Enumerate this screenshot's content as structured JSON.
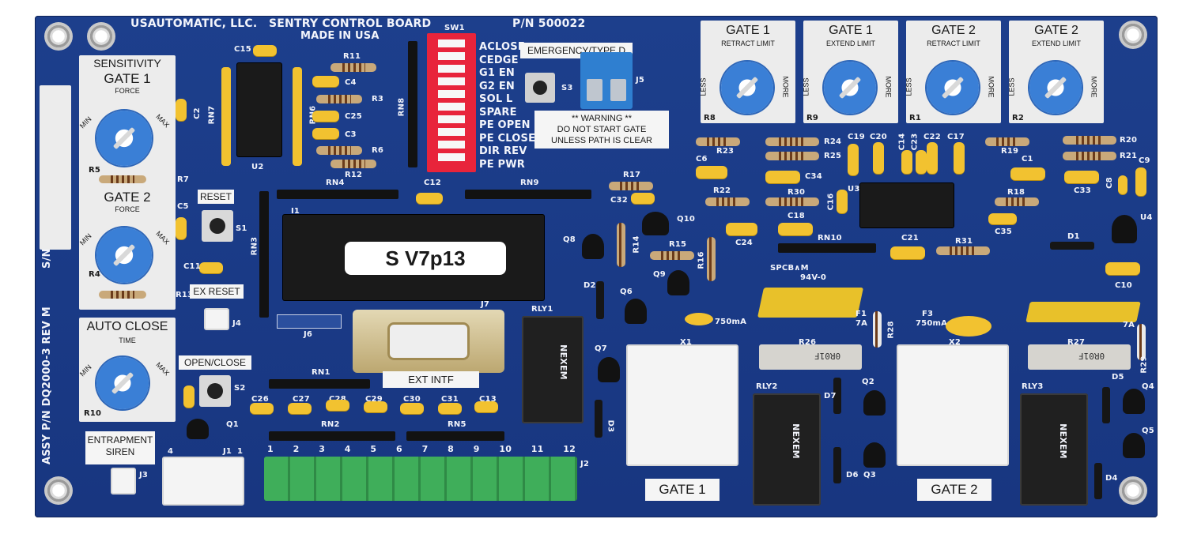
{
  "header": {
    "manufacturer": "USAUTOMATIC, LLC.",
    "board_name": "SENTRY CONTROL BOARD",
    "made_in": "MADE IN USA",
    "part_number": "P/N 500022"
  },
  "pots": {
    "sensitivity": "SENSITIVITY",
    "gate1_force": {
      "title": "GATE 1",
      "sub": "FORCE",
      "min": "MIN",
      "max": "MAX",
      "ref": "R5"
    },
    "gate2_force": {
      "title": "GATE 2",
      "sub": "FORCE",
      "min": "MIN",
      "max": "MAX",
      "ref": "R4"
    },
    "auto_close": {
      "title": "AUTO CLOSE",
      "sub": "TIME",
      "min": "MIN",
      "max": "MAX",
      "ref": "R10"
    },
    "limits": [
      {
        "title": "GATE 1",
        "sub": "RETRACT LIMIT",
        "less": "LESS",
        "more": "MORE",
        "ref": "R8"
      },
      {
        "title": "GATE 1",
        "sub": "EXTEND LIMIT",
        "less": "LESS",
        "more": "MORE",
        "ref": "R9"
      },
      {
        "title": "GATE 2",
        "sub": "RETRACT LIMIT",
        "less": "LESS",
        "more": "MORE",
        "ref": "R1"
      },
      {
        "title": "GATE 2",
        "sub": "EXTEND LIMIT",
        "less": "LESS",
        "more": "MORE",
        "ref": "R2"
      }
    ]
  },
  "switches": {
    "sw1_ref": "SW1",
    "dip_labels": [
      "ACLOSE",
      "CEDGE",
      "G1 EN",
      "G2 EN",
      "SOL L",
      "SPARE",
      "PE OPEN",
      "PE CLOSE",
      "DIR REV",
      "PE PWR"
    ]
  },
  "buttons": {
    "reset": "RESET",
    "ex_reset": "EX RESET",
    "open_close": "OPEN/CLOSE",
    "emergency": "EMERGENCY/TYPE D",
    "s1": "S1",
    "s2": "S2",
    "s3": "S3"
  },
  "warning": {
    "line1": "** WARNING **",
    "line2": "DO NOT START GATE",
    "line3": "UNLESS PATH IS CLEAR"
  },
  "firmware_label": "S V7p13",
  "ext_intf": "EXT INTF",
  "side": {
    "assy": "ASSY P/N DQ2000-3 REV M",
    "sn": "S/N"
  },
  "entrapment": {
    "line1": "ENTRAPMENT",
    "line2": "SIREN"
  },
  "outputs": {
    "gate1": "GATE 1",
    "gate2": "GATE 2",
    "fuse_rating_a": "750mA",
    "fuse_rating_b": "7A"
  },
  "terminal_numbers": [
    "1",
    "2",
    "3",
    "4",
    "5",
    "6",
    "7",
    "8",
    "9",
    "10",
    "11",
    "12"
  ],
  "j1_pins": {
    "left": "4",
    "right": "1"
  },
  "ul_mark": "94V-0",
  "pcb_mark": "SPCB∧M",
  "relay_brand": "NEXEM",
  "refs": {
    "r11": "R11",
    "r3": "R3",
    "r6": "R6",
    "r12": "R12",
    "c4": "C4",
    "c25": "C25",
    "c3": "C3",
    "c15": "C15",
    "rn7": "RN7",
    "rn6": "RN6",
    "u2": "U2",
    "rn8": "RN8",
    "rn4": "RN4",
    "rn9": "RN9",
    "rn3": "RN3",
    "rn1": "RN1",
    "rn2": "RN2",
    "rn5": "RN5",
    "rn10": "RN10",
    "c12": "C12",
    "j5": "J5",
    "j6": "J6",
    "j7": "J7",
    "j4": "J4",
    "j3": "J3",
    "j1": "J1",
    "j2": "J2",
    "u1": "I1",
    "c2": "C2",
    "c5": "C5",
    "c11": "C11",
    "r7": "R7",
    "r13": "R13",
    "q1": "Q1",
    "q6": "Q6",
    "q7": "Q7",
    "q8": "Q8",
    "q9": "Q9",
    "q10": "Q10",
    "d2": "D2",
    "d3": "D3",
    "rly1": "RLY1",
    "rly2": "RLY2",
    "rly3": "RLY3",
    "r14": "R14",
    "r15": "R15",
    "r16": "R16",
    "r17": "R17",
    "c32": "C32",
    "r22": "R22",
    "c6": "C6",
    "r23": "R23",
    "r24": "R24",
    "r25": "R25",
    "c34": "C34",
    "r30": "R30",
    "c18": "C18",
    "c24": "C24",
    "c19": "C19",
    "c20": "C20",
    "c14": "C14",
    "c23": "C23",
    "c22": "C22",
    "c17": "C17",
    "u3": "U3",
    "c16": "C16",
    "c21": "C21",
    "r31": "R31",
    "r19": "R19",
    "r20": "R20",
    "r21": "R21",
    "c1": "C1",
    "r18": "R18",
    "c33": "C33",
    "c8": "C8",
    "c9": "C9",
    "u4": "U4",
    "c35": "C35",
    "d1": "D1",
    "c10": "C10",
    "f1": "F1",
    "f3": "F3",
    "r28": "R28",
    "r26": "R26",
    "r27": "R27",
    "x1": "X1",
    "x2": "X2",
    "r29": "R29",
    "d5": "D5",
    "d4": "D4",
    "d6": "D6",
    "d7": "D7",
    "q2": "Q2",
    "q3": "Q3",
    "q4": "Q4",
    "q5": "Q5",
    "c26": "C26",
    "c27": "C27",
    "c28": "C28",
    "c29": "C29",
    "c30": "C30",
    "c31": "C31",
    "c13": "C13",
    "fuse_code": "0R01F"
  }
}
